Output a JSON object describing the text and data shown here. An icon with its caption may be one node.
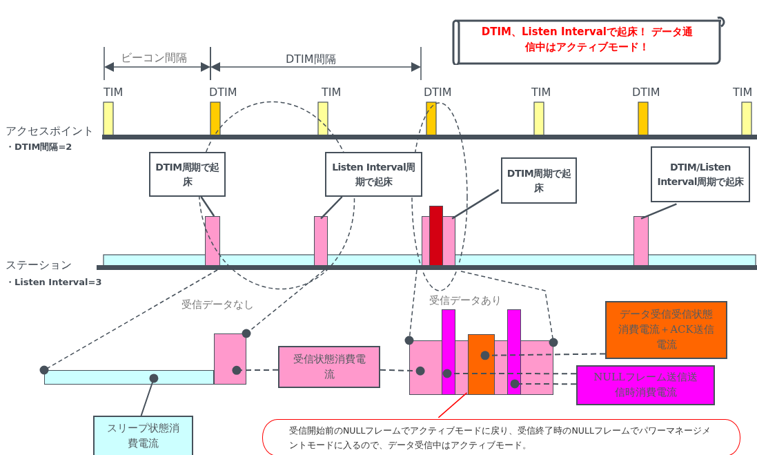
{
  "diagram": {
    "nodes": [
      {
        "text": [
          "DTIM、Listen Intervalで起床！ データ通信中はアクティブモード！"
        ]
      },
      {
        "text": [
          "DTIM周期で起床"
        ]
      },
      {
        "text": [
          "Listen Interval周期で起床"
        ]
      },
      {
        "text": [
          "DTIM周期で起床"
        ]
      },
      {
        "text": [
          "DTIM/Listen Interval周期で起床"
        ]
      },
      {
        "text": [
          "受信状態消費電流"
        ]
      },
      {
        "text": [
          "データ受信受信状態消費電流＋ACK送信電流"
        ]
      },
      {
        "text": [
          "NULLフレーム送信送信時消費電流"
        ]
      },
      {
        "text": [
          "スリープ状態消費電流"
        ]
      },
      {
        "text": [
          "受信開始前のNULLフレームでアクティブモードに戻り、受信終了時のNULLフレームでパワーマネージメントモードに入るので、データ受信中はアクティブモード。"
        ]
      },
      {
        "text": [],
        "shape": "bar"
      },
      {
        "text": [],
        "shape": "bar"
      },
      {
        "text": [],
        "shape": "bar"
      },
      {
        "text": [],
        "shape": "bar"
      },
      {
        "text": [],
        "shape": "bar"
      },
      {
        "text": [],
        "shape": "bar"
      },
      {
        "text": [],
        "shape": "bar"
      },
      {
        "text": [],
        "shape": "bar"
      },
      {
        "text": [],
        "shape": "bar"
      },
      {
        "text": [],
        "shape": "bar"
      }
    ],
    "edges": [
      {
        "from": 1,
        "to": 10,
        "arrow": "none"
      },
      {
        "from": 2,
        "to": 11,
        "arrow": "none"
      },
      {
        "from": 3,
        "to": 12,
        "arrow": "none"
      },
      {
        "from": 4,
        "to": 13,
        "arrow": "none"
      },
      {
        "from": 8,
        "to": 14,
        "arrow": "other"
      },
      {
        "from": 5,
        "to": 15,
        "arrow": "other",
        "style": "dashed"
      },
      {
        "from": 5,
        "to": 16,
        "arrow": "other",
        "style": "dashed"
      },
      {
        "from": 6,
        "to": 17,
        "arrow": "other",
        "style": "dashed"
      },
      {
        "from": 7,
        "to": 18,
        "arrow": "other",
        "style": "dashed"
      },
      {
        "from": 7,
        "to": 19,
        "arrow": "other",
        "style": "dashed"
      },
      {
        "from": 9,
        "to": 16,
        "arrow": "none",
        "color": "#ff0000"
      }
    ],
    "labels": [
      "ビーコン間隔",
      "DTIM間隔",
      "TIM",
      "DTIM",
      "TIM",
      "DTIM",
      "TIM",
      "DTIM",
      "TIM",
      "アクセスポイント",
      "・DTIM間隔=2",
      "ステーション",
      "・Listen Interval=3",
      "受信データなし",
      "受信データあり"
    ]
  }
}
